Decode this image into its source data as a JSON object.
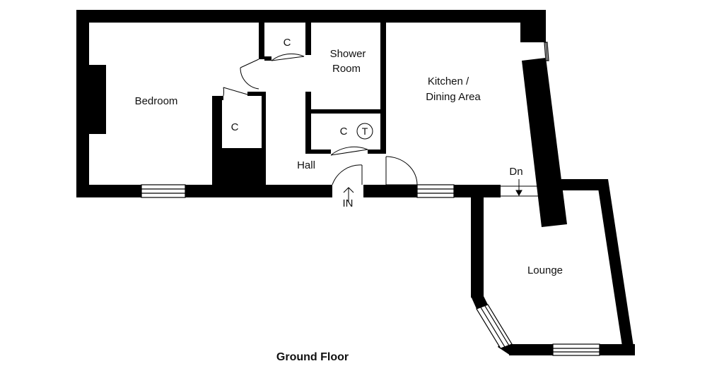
{
  "plan": {
    "caption": "Ground Floor",
    "rooms": {
      "bedroom": "Bedroom",
      "cupboard_upper": "C",
      "cupboard_bedroom": "C",
      "shower_line1": "Shower",
      "shower_line2": "Room",
      "kitchen_line1": "Kitchen /",
      "kitchen_line2": "Dining Area",
      "cupboard_hall": "C",
      "tank": "T",
      "hall": "Hall",
      "lounge": "Lounge"
    },
    "markers": {
      "entrance": "IN",
      "steps_down": "Dn"
    }
  }
}
